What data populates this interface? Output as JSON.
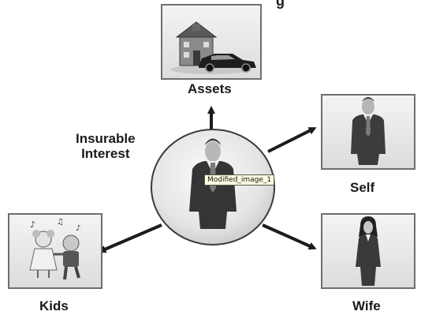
{
  "diagram": {
    "title_partial": "g",
    "center_label": [
      "Insurable",
      "Interest"
    ],
    "nodes": {
      "assets": "Assets",
      "self": "Self",
      "kids": "Kids",
      "wife": "Wife"
    },
    "tooltip": "Modified_image_1"
  },
  "icons": {
    "center": "man-in-suit-icon",
    "assets": "house-and-car-icon",
    "self": "man-in-suit-icon",
    "kids": "kids-dancing-icon",
    "wife": "woman-in-suit-icon"
  },
  "colors": {
    "frame_fill": "#e8e8e8",
    "frame_border": "#6e6e6e",
    "arrow": "#1c1c1c",
    "circle_fill": "#e6e6e6"
  }
}
